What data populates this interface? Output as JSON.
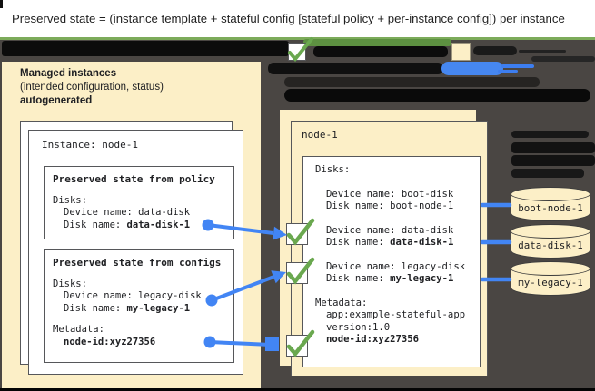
{
  "banner": {
    "text": "Preserved state = (instance template + stateful config [stateful policy + per-instance config]) per instance"
  },
  "colors": {
    "cream": "#fcefc7",
    "check_green": "#6aa84f",
    "line_green": "#7cab5a",
    "arrow_blue": "#4285f4",
    "dark_background": "#4a4643"
  },
  "left_panel": {
    "title": "Managed instances",
    "subtitle": "(intended configuration, status)",
    "subtitle2": "autogenerated",
    "instance_label": "Instance: node-1",
    "policy_box": {
      "title": "Preserved state from policy",
      "disks_label": "Disks:",
      "device_line": "Device name: data-disk",
      "disk_label": "Disk name: ",
      "disk_value": "data-disk-1"
    },
    "configs_box": {
      "title": "Preserved state from configs",
      "disks_label": "Disks:",
      "device_line": "Device name: legacy-disk",
      "disk_label": "Disk name: ",
      "disk_value": "my-legacy-1",
      "metadata_label": "Metadata:",
      "metadata_value": "node-id:xyz27356"
    }
  },
  "vm_panel": {
    "title": "node-1",
    "disks_label": "Disks:",
    "boot_device_line": "Device name: boot-disk",
    "boot_disk_line": "Disk name: boot-node-1",
    "data_device_line": "Device name: data-disk",
    "data_disk_label": "Disk name: ",
    "data_disk_value": "data-disk-1",
    "legacy_device_line": "Device name: legacy-disk",
    "legacy_disk_label": "Disk name: ",
    "legacy_disk_value": "my-legacy-1",
    "metadata_label": "Metadata:",
    "metadata_line1": "app:example-stateful-app",
    "metadata_line2": "version:1.0",
    "metadata_value": "node-id:xyz27356"
  },
  "disks": [
    {
      "label": "boot-node-1"
    },
    {
      "label": "data-disk-1"
    },
    {
      "label": "my-legacy-1"
    }
  ]
}
